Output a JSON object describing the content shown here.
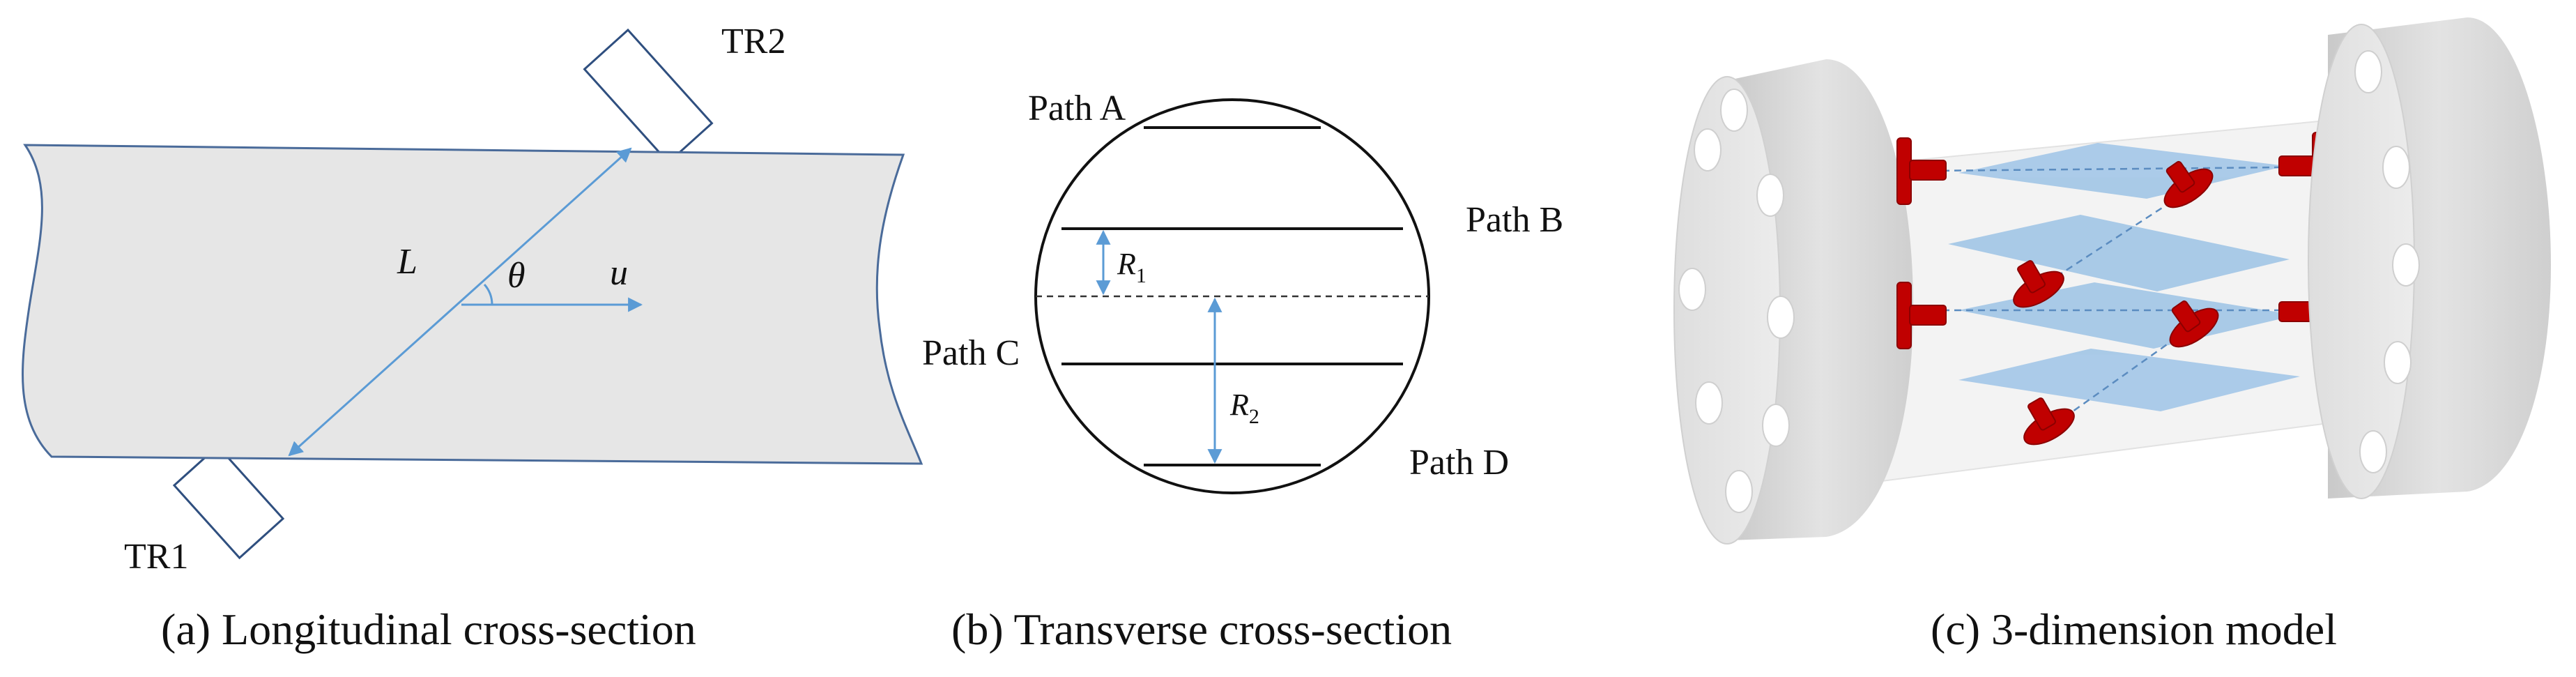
{
  "panel_a": {
    "caption": "(a) Longitudinal cross-section",
    "transducer_top": "TR2",
    "transducer_bottom": "TR1",
    "path_length_symbol": "L",
    "angle_symbol": "θ",
    "velocity_symbol": "u",
    "pipe_fill": "#e6e6e6",
    "outline_color": "#4a6b9a",
    "line_color": "#5b9bd5"
  },
  "panel_b": {
    "caption": "(b) Transverse cross-section",
    "path_a": "Path A",
    "path_b": "Path B",
    "path_c": "Path C",
    "path_d": "Path D",
    "r1_symbol": "R",
    "r1_sub": "1",
    "r2_symbol": "R",
    "r2_sub": "2",
    "arrow_color": "#5b9bd5"
  },
  "panel_c": {
    "caption": "(c) 3-dimension model",
    "flange_color": "#d9d9d9",
    "plane_color": "#9dc3e6",
    "transducer_color": "#c00000"
  }
}
